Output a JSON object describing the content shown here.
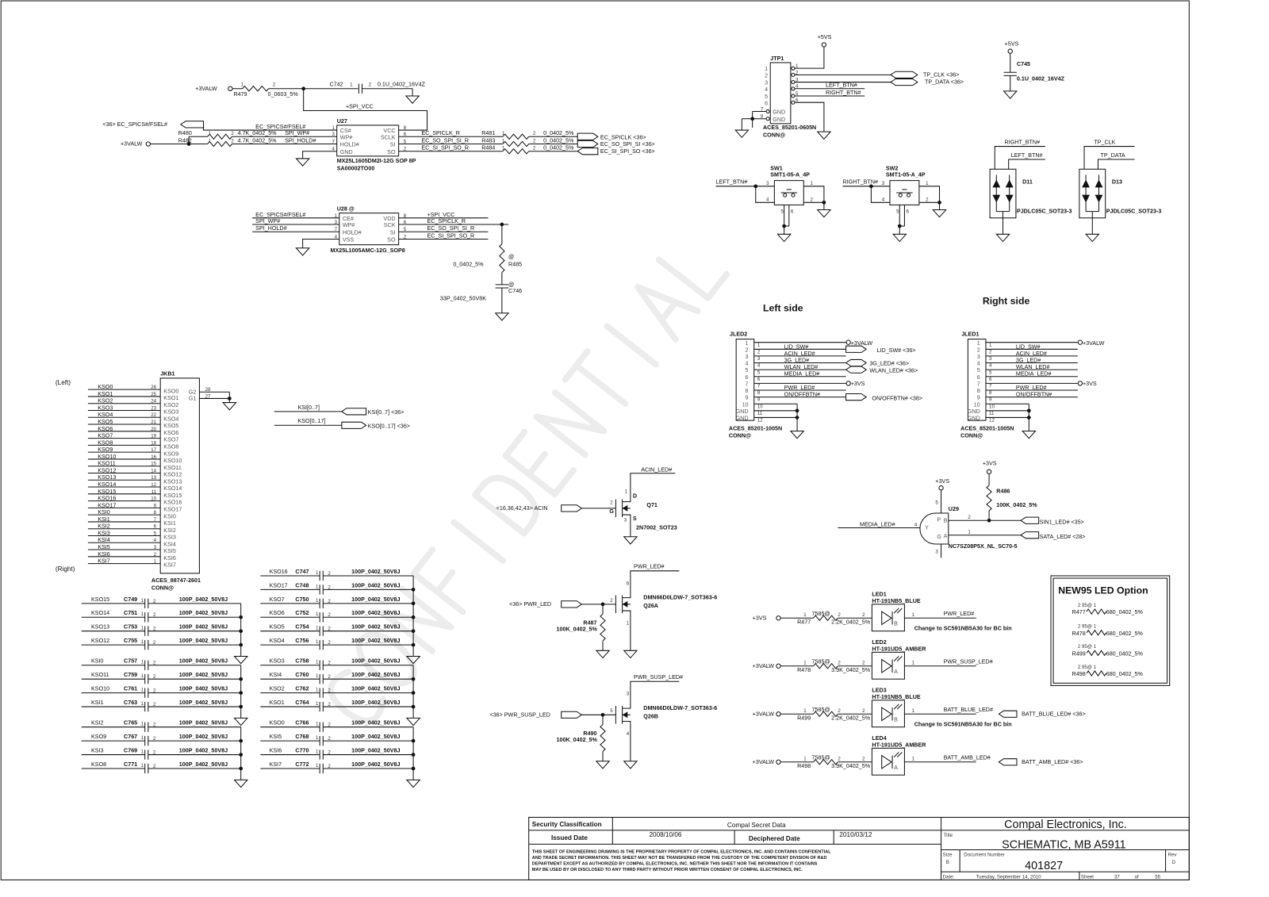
{
  "watermark": "CONFIDENTIAL",
  "common": {
    "p1": "1",
    "p2": "2",
    "p3": "3",
    "p4": "4",
    "p5": "5",
    "p6": "6",
    "at": "@",
    "gnd": "GND"
  },
  "spi": {
    "pwr_3valw": "+3VALW",
    "r479": "R479",
    "r479_val": "0_0603_5%",
    "c742": "C742",
    "c742_val": "0.1U_0402_16V4Z",
    "spi_vcc": "+SPI_VCC",
    "cs_port": "<36> EC_SPICS#/FSEL#",
    "r480": "R480",
    "r482": "R482",
    "r480_val": "4.7K_0402_5%",
    "r482_val": "4.7K_0402_5%",
    "pwr_3valw2": "+3VALW",
    "u27": {
      "ref": "U27",
      "pins_left": [
        "CS#",
        "WP#",
        "HOLD#",
        "GND"
      ],
      "pins_left_num": [
        "1",
        "3",
        "7",
        "4"
      ],
      "pins_right": [
        "VCC",
        "SCLK",
        "SI",
        "SO"
      ],
      "pins_right_num": [
        "8",
        "6",
        "5",
        "2"
      ],
      "part": "MX25L1605DM2I-12G SOP 8P",
      "part_no": "SA00002TO00"
    },
    "nets_left": [
      "EC_SPICS#/FSEL#",
      "SPI_WP#",
      "SPI_HOLD#"
    ],
    "nets_right": [
      "EC_SPICLK_R",
      "EC_SO_SPI_SI_R",
      "EC_SI_SPI_SO_R"
    ],
    "series_r": [
      "R481",
      "R483",
      "R484"
    ],
    "series_val": "0_0402_5%",
    "ports": [
      "EC_SPICLK  <36>",
      "EC_SO_SPI_SI  <36>",
      "EC_SI_SPI_SO  <36>"
    ],
    "u28": {
      "ref": "U28 @",
      "pins_left": [
        "CE#",
        "WP#",
        "HOLD#",
        "VSS"
      ],
      "pins_left_num": [
        "1",
        "3",
        "7",
        "4"
      ],
      "pins_right": [
        "VDD",
        "SCK",
        "SI",
        "SO"
      ],
      "pins_right_num": [
        "8",
        "6",
        "5",
        "2"
      ],
      "part": "MX25L1005AMC-12G_SOP8"
    },
    "u28_nets_left": [
      "EC_SPICS#/FSEL#",
      "SPI_WP#",
      "SPI_HOLD#"
    ],
    "u28_nets_right": [
      "+SPI_VCC",
      "EC_SPICLK_R",
      "EC_SO_SPI_SI_R",
      "EC_SI_SPI_SO_R"
    ],
    "r485": "R485",
    "r485_val": "0_0402_5%",
    "c746": "C746",
    "c746_val": "33P_0402_50V8K"
  },
  "touchpad": {
    "pwr": "+5VS",
    "ref": "JTP1",
    "pins": [
      "1",
      "2",
      "3",
      "4",
      "5",
      "6"
    ],
    "gnd_pins": [
      "GND",
      "GND"
    ],
    "gnd_nums": [
      "7",
      "8"
    ],
    "part": "ACES_85201-0605N",
    "conn": "CONN@",
    "tp_clk": "TP_CLK   <36>",
    "tp_data": "TP_DATA  <36>",
    "left_btn": "LEFT_BTN#",
    "right_btn": "RIGHT_BTN#",
    "c745_pwr": "+5VS",
    "c745": "C745",
    "c745_val": "0.1U_0402_16V4Z",
    "sw1": {
      "ref": "SW1",
      "part": "SMT1-05-A_4P",
      "net": "LEFT_BTN#"
    },
    "sw2": {
      "ref": "SW2",
      "part": "SMT1-05-A_4P",
      "net": "RIGHT_BTN#"
    },
    "d11": {
      "ref": "D11",
      "part": "PJDLC05C_SOT23-3",
      "net_a": "RIGHT_BTN#",
      "net_b": "LEFT_BTN#"
    },
    "d13": {
      "ref": "D13",
      "part": "PJDLC05C_SOT23-3",
      "net_a": "TP_CLK",
      "net_b": "TP_DATA"
    }
  },
  "led_board": {
    "left_title": "Left side",
    "right_title": "Right side",
    "jled2": {
      "ref": "JLED2",
      "pins": [
        "1",
        "2",
        "3",
        "4",
        "5",
        "6",
        "7",
        "8",
        "9",
        "10",
        "GND",
        "GND"
      ],
      "wire_nums": [
        "1",
        "2",
        "3",
        "4",
        "5",
        "6",
        "7",
        "8",
        "9",
        "10",
        "11",
        "12"
      ],
      "nets": [
        "",
        "LID_SW#",
        "ACIN_LED#",
        "3G_LED#",
        "WLAN_LED#",
        "MEDIA_LED#",
        "",
        "PWR_LED#",
        "ON/OFFBTN#",
        "",
        "",
        ""
      ],
      "pwr_3valw": "+3VALW",
      "pwr_3vs": "+3VS",
      "port_lid": "LID_SW#  <36>",
      "port_3g": "3G_LED#  <36>",
      "port_wlan": "WLAN_LED#  <36>",
      "port_onoff": "ON/OFFBTN#  <38>",
      "part": "ACES_85201-1005N",
      "conn": "CONN@"
    },
    "jled1": {
      "ref": "JLED1",
      "pins": [
        "1",
        "2",
        "3",
        "4",
        "5",
        "6",
        "7",
        "8",
        "9",
        "10",
        "GND",
        "GND"
      ],
      "wire_nums": [
        "1",
        "2",
        "3",
        "4",
        "5",
        "6",
        "7",
        "8",
        "9",
        "10",
        "11",
        "12"
      ],
      "nets": [
        "",
        "LID_SW#",
        "ACIN_LED#",
        "3G_LED#",
        "WLAN_LED#",
        "MEDIA_LED#",
        "",
        "PWR_LED#",
        "ON/OFFBTN#",
        "",
        "",
        ""
      ],
      "pwr_3valw": "+3VALW",
      "pwr_3vs": "+3VS",
      "part": "ACES_85201-1005N",
      "conn": "CONN@"
    }
  },
  "keyboard": {
    "left_label": "(Left)",
    "right_label": "(Right)",
    "ref": "JKB1",
    "nets": [
      "KSO0",
      "KSO1",
      "KSO2",
      "KSO3",
      "KSO4",
      "KSO5",
      "KSO6",
      "KSO7",
      "KSO8",
      "KSO9",
      "KSO10",
      "KSO11",
      "KSO12",
      "KSO13",
      "KSO14",
      "KSO15",
      "KSO16",
      "KSO17",
      "KSI0",
      "KSI1",
      "KSI2",
      "KSI3",
      "KSI4",
      "KSI5",
      "KSI6",
      "KSI7"
    ],
    "pin_nums": [
      "26",
      "25",
      "24",
      "23",
      "22",
      "21",
      "20",
      "19",
      "18",
      "17",
      "16",
      "15",
      "14",
      "13",
      "12",
      "11",
      "10",
      "9",
      "8",
      "7",
      "6",
      "5",
      "4",
      "3",
      "2",
      "1"
    ],
    "g_pins": [
      "G2",
      "G1"
    ],
    "g_nums": [
      "28",
      "27"
    ],
    "part": "ACES_88747-2601",
    "conn": "CONN@",
    "bus_ksi": "KSI[0..7]",
    "bus_kso": "KSO[0..17]",
    "port_ksi": "KSI[0..7]    <36>",
    "port_kso": "KSO[0..17]   <36>"
  },
  "caps": {
    "value": "100P_0402_50V8J",
    "col_a": [
      {
        "net": "KSO15",
        "ref": "C749"
      },
      {
        "net": "KSO14",
        "ref": "C751"
      },
      {
        "net": "KSO13",
        "ref": "C753"
      },
      {
        "net": "KSO12",
        "ref": "C755"
      },
      {
        "net": "KSI0",
        "ref": "C757"
      },
      {
        "net": "KSO11",
        "ref": "C759"
      },
      {
        "net": "KSO10",
        "ref": "C761"
      },
      {
        "net": "KSI1",
        "ref": "C763"
      },
      {
        "net": "KSI2",
        "ref": "C765"
      },
      {
        "net": "KSO9",
        "ref": "C767"
      },
      {
        "net": "KSI3",
        "ref": "C769"
      },
      {
        "net": "KSO8",
        "ref": "C771"
      }
    ],
    "col_b": [
      {
        "net": "KSO16",
        "ref": "C747"
      },
      {
        "net": "KSO17",
        "ref": "C748"
      },
      {
        "net": "KSO7",
        "ref": "C750"
      },
      {
        "net": "KSO6",
        "ref": "C752"
      },
      {
        "net": "KSO5",
        "ref": "C754"
      },
      {
        "net": "KSO4",
        "ref": "C756"
      },
      {
        "net": "KSO3",
        "ref": "C758"
      },
      {
        "net": "KSI4",
        "ref": "C760"
      },
      {
        "net": "KSO2",
        "ref": "C762"
      },
      {
        "net": "KSO1",
        "ref": "C764"
      },
      {
        "net": "KSO0",
        "ref": "C766"
      },
      {
        "net": "KSI5",
        "ref": "C768"
      },
      {
        "net": "KSI6",
        "ref": "C770"
      },
      {
        "net": "KSI7",
        "ref": "C772"
      }
    ]
  },
  "drivers": {
    "q71": {
      "net": "ACIN_LED#",
      "port": "<16,36,42,43>  ACIN",
      "ref": "Q71",
      "part": "2N7002_SOT23",
      "d": "D",
      "g": "G",
      "s": "S"
    },
    "q26a": {
      "net": "PWR_LED#",
      "port": "<36>  PWR_LED",
      "ref": "Q26A",
      "part": "DMN66D0LDW-7_SOT363-6",
      "r": "R487",
      "r_val": "100K_0402_5%",
      "pin_d": "6",
      "pin_g": "2",
      "pin_s": "1"
    },
    "q26b": {
      "net": "PWR_SUSP_LED#",
      "port": "<36>  PWR_SUSP_LED",
      "ref": "Q26B",
      "part": "DMN66D0LDW-7_SOT363-6",
      "r": "R490",
      "r_val": "100K_0402_5%",
      "pin_d": "3",
      "pin_g": "5",
      "pin_s": "4"
    }
  },
  "u29": {
    "ref": "U29",
    "pwr_a": "+3VS",
    "pwr_b": "+3VS",
    "r486": "R486",
    "r486_val": "100K_0402_5%",
    "in_net": "MEDIA_LED#",
    "port_b": "SIN1_LED#  <35>",
    "port_a": "SATA_LED#  <28>",
    "part": "NC7SZ08P5X_NL_SC70-5",
    "pin_y": "Y",
    "pin_b": "B",
    "pin_a": "A",
    "pin_p": "P",
    "pin_g": "G",
    "n4": "4",
    "n2": "2",
    "n1": "1",
    "n5": "5",
    "n3": "3"
  },
  "leds": [
    {
      "src": "+3VS",
      "ref": "LED1",
      "part": "HT-191NB5_BLUE",
      "r": "R477",
      "r_opt": "7585@",
      "r_val": "2.2K_0402_5%",
      "letter": "B",
      "net": "PWR_LED#",
      "note": "Change to SC591NB5A30 for BC bin",
      "port": ""
    },
    {
      "src": "+3VALW",
      "ref": "LED2",
      "part": "HT-191UD5_AMBER",
      "r": "R478",
      "r_opt": "7585@",
      "r_val": "3.9K_0402_5%",
      "letter": "A",
      "net": "PWR_SUSP_LED#",
      "note": "",
      "port": ""
    },
    {
      "src": "+3VALW",
      "ref": "LED3",
      "part": "HT-191NB5_BLUE",
      "r": "R499",
      "r_opt": "7585@",
      "r_val": "2.2K_0402_5%",
      "letter": "B",
      "net": "BATT_BLUE_LED#",
      "note": "Change to SC591NB5A30 for BC bin",
      "port": "BATT_BLUE_LED# <36>"
    },
    {
      "src": "+3VALW",
      "ref": "LED4",
      "part": "HT-191UD5_AMBER",
      "r": "R498",
      "r_opt": "7585@",
      "r_val": "3.9K_0402_5%",
      "letter": "A",
      "net": "BATT_AMB_LED#",
      "note": "",
      "port": "BATT_AMB_LED# <36>"
    }
  ],
  "led_option": {
    "title": "NEW95 LED Option",
    "rows": [
      {
        "ref": "R477",
        "opt": "2  95@  1",
        "val": "680_0402_5%"
      },
      {
        "ref": "R478",
        "opt": "2  95@  1",
        "val": "680_0402_5%"
      },
      {
        "ref": "R499",
        "opt": "2  95@  1",
        "val": "680_0402_5%"
      },
      {
        "ref": "R498",
        "opt": "2  95@  1",
        "val": "680_0402_5%"
      }
    ]
  },
  "title_block": {
    "security_label": "Security Classification",
    "security_value": "Compal Secret Data",
    "issued_label": "Issued Date",
    "issued_value": "2008/10/06",
    "deciphered_label": "Deciphered Date",
    "deciphered_value": "2010/03/12",
    "company": "Compal Electronics, Inc.",
    "title_label": "Title",
    "title": "SCHEMATIC, MB A5911",
    "disclaimer": [
      "THIS SHEET OF ENGINEERING DRAWING IS THE PROPRIETARY PROPERTY OF COMPAL ELECTRONICS, INC. AND CONTAINS CONFIDENTIAL",
      "AND TRADE SECRET INFORMATION. THIS SHEET MAY NOT BE TRANSFERED FROM THE CUSTODY OF THE COMPETENT DIVISION OF R&D",
      "DEPARTMENT EXCEPT AS AUTHORIZED BY COMPAL ELECTRONICS, INC. NEITHER THIS SHEET NOR THE INFORMATION IT CONTAINS",
      "MAY BE USED BY OR DISCLOSED TO ANY THIRD PARTY WITHOUT PRIOR WRITTEN CONSENT OF COMPAL ELECTRONICS, INC."
    ],
    "size_label": "Size",
    "size": "B",
    "docnum_label": "Document Number",
    "docnum": "401827",
    "rev_label": "Rev",
    "rev": "D",
    "date_label": "Date:",
    "date": "Tuesday, September 14, 2010",
    "sheet_label": "Sheet",
    "sheet": "37",
    "of_label": "of",
    "sheet_total": "55"
  }
}
